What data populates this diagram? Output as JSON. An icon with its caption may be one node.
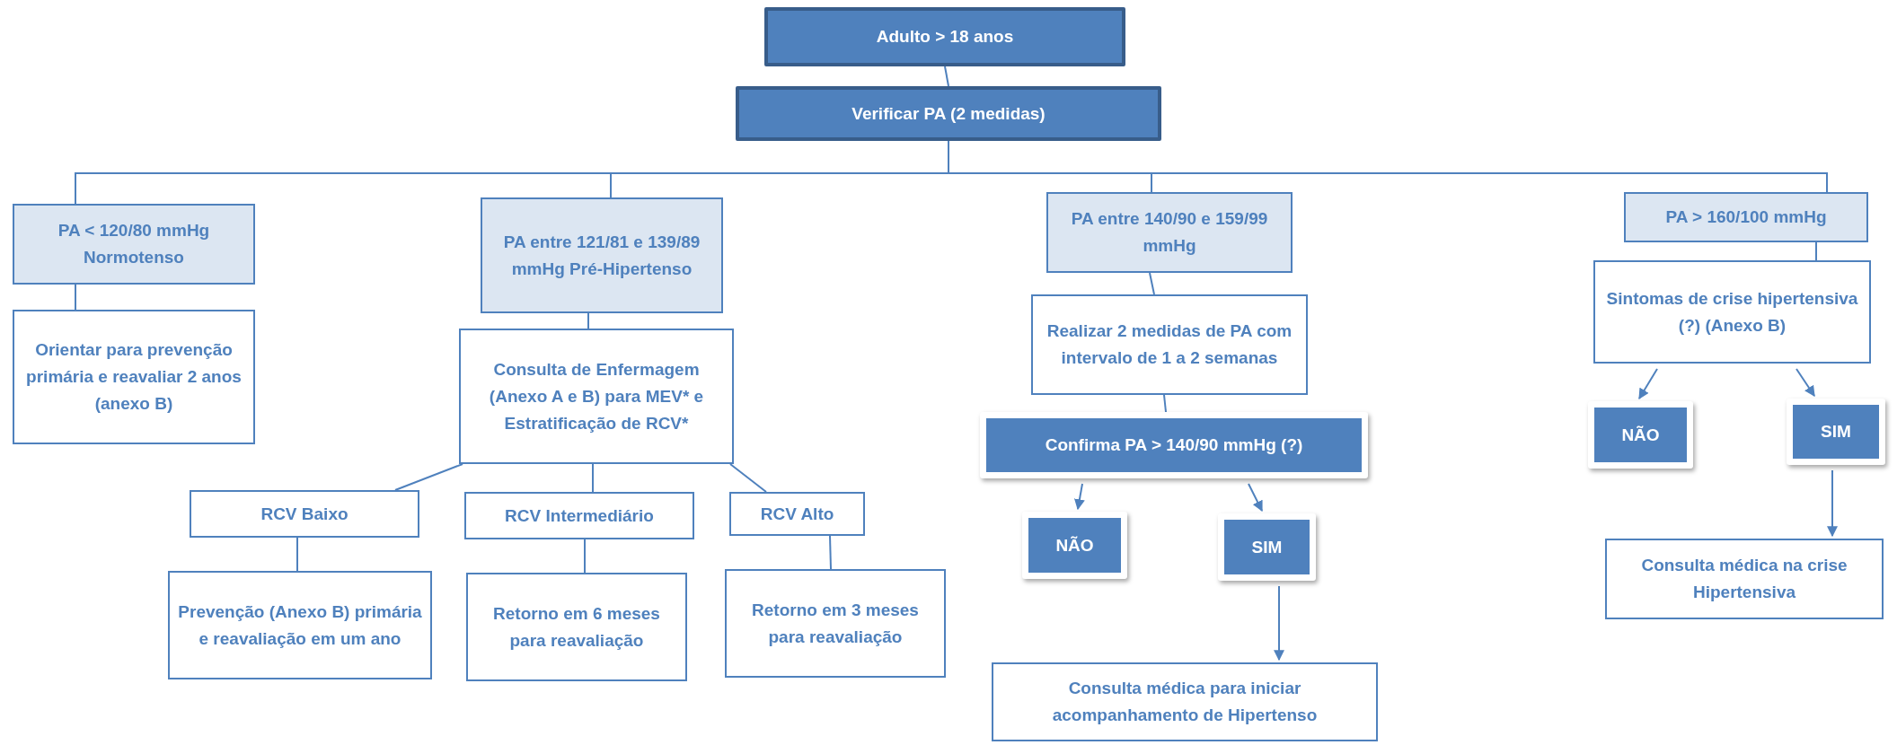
{
  "diagram": {
    "nodes": [
      {
        "text": [
          "Adulto > 18 anos"
        ]
      },
      {
        "text": [
          "Verificar PA (2 medidas)"
        ]
      },
      {
        "text": [
          "PA < 120/80 mmHg Normotenso"
        ]
      },
      {
        "text": [
          "Orientar para prevenção primária e reavaliar 2 anos (anexo B)"
        ]
      },
      {
        "text": [
          "PA entre 121/81 e 139/89 mmHg Pré-Hipertenso"
        ]
      },
      {
        "text": [
          "Consulta de Enfermagem (Anexo A e B) para MEV* e Estratificação de RCV*"
        ]
      },
      {
        "text": [
          "RCV Baixo"
        ]
      },
      {
        "text": [
          "RCV Intermediário"
        ]
      },
      {
        "text": [
          "RCV Alto"
        ]
      },
      {
        "text": [
          "Prevenção (Anexo B) primária e reavaliação em um ano"
        ]
      },
      {
        "text": [
          "Retorno em 6 meses para reavaliação"
        ]
      },
      {
        "text": [
          "Retorno em 3 meses para reavaliação"
        ]
      },
      {
        "text": [
          "PA entre 140/90 e 159/99 mmHg"
        ]
      },
      {
        "text": [
          "Realizar 2 medidas de PA com intervalo de 1 a 2 semanas"
        ]
      },
      {
        "text": [
          "Confirma PA > 140/90 mmHg (?)"
        ]
      },
      {
        "text": [
          "NÃO"
        ]
      },
      {
        "text": [
          "SIM"
        ]
      },
      {
        "text": [
          "Consulta médica para iniciar acompanhamento de Hipertenso"
        ]
      },
      {
        "text": [
          "PA > 160/100 mmHg"
        ]
      },
      {
        "text": [
          "Sintomas de crise hipertensiva (?) (Anexo B)"
        ]
      },
      {
        "text": [
          "NÃO"
        ]
      },
      {
        "text": [
          "SIM"
        ]
      },
      {
        "text": [
          "Consulta médica na crise Hipertensiva"
        ]
      }
    ],
    "edges": [
      {
        "from": 0,
        "to": 1,
        "arrow": "none"
      },
      {
        "from": 1,
        "to": 2,
        "arrow": "none"
      },
      {
        "from": 1,
        "to": 4,
        "arrow": "none"
      },
      {
        "from": 1,
        "to": 12,
        "arrow": "none"
      },
      {
        "from": 1,
        "to": 18,
        "arrow": "none"
      },
      {
        "from": 2,
        "to": 3,
        "arrow": "none"
      },
      {
        "from": 4,
        "to": 5,
        "arrow": "none"
      },
      {
        "from": 5,
        "to": 6,
        "arrow": "none"
      },
      {
        "from": 5,
        "to": 7,
        "arrow": "none"
      },
      {
        "from": 5,
        "to": 8,
        "arrow": "none"
      },
      {
        "from": 6,
        "to": 9,
        "arrow": "none"
      },
      {
        "from": 7,
        "to": 10,
        "arrow": "none"
      },
      {
        "from": 8,
        "to": 11,
        "arrow": "none"
      },
      {
        "from": 12,
        "to": 13,
        "arrow": "none"
      },
      {
        "from": 13,
        "to": 14,
        "arrow": "none"
      },
      {
        "from": 14,
        "to": 15,
        "arrow": "to"
      },
      {
        "from": 14,
        "to": 16,
        "arrow": "to"
      },
      {
        "from": 16,
        "to": 17,
        "arrow": "to"
      },
      {
        "from": 18,
        "to": 19,
        "arrow": "none"
      },
      {
        "from": 19,
        "to": 20,
        "arrow": "to"
      },
      {
        "from": 19,
        "to": 21,
        "arrow": "to"
      },
      {
        "from": 21,
        "to": 22,
        "arrow": "to"
      }
    ]
  }
}
